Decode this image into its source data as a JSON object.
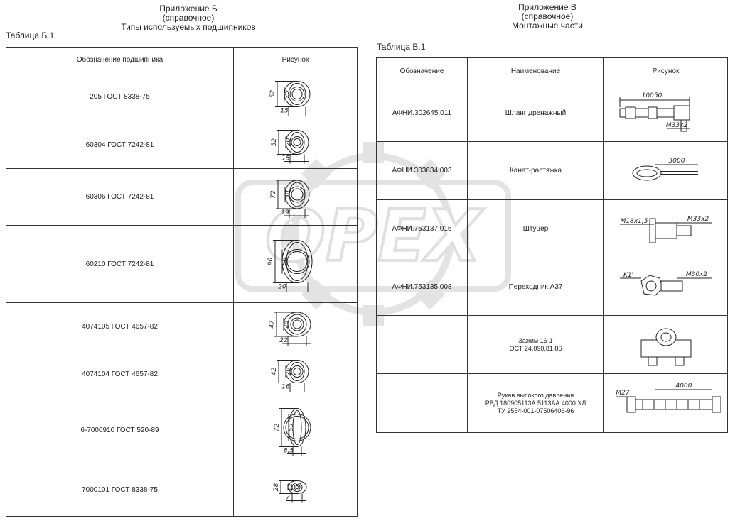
{
  "appendix_b": {
    "title": "Приложение Б",
    "subtitle": "(справочное)",
    "heading": "Типы используемых подшипников",
    "table_caption": "Таблица Б.1",
    "columns": [
      "Обозначение подшипника",
      "Рисунок"
    ],
    "rows": [
      {
        "designation": "205 ГОСТ 8338-75",
        "dims": [
          "52",
          "25",
          "15"
        ]
      },
      {
        "designation": "60304 ГОСТ 7242-81",
        "dims": [
          "52",
          "20",
          "15"
        ]
      },
      {
        "designation": "60306 ГОСТ 7242-81",
        "dims": [
          "72",
          "30",
          "19"
        ]
      },
      {
        "designation": "60210 ГОСТ 7242-81",
        "dims": [
          "90",
          "50",
          "20"
        ]
      },
      {
        "designation": "4074105 ГОСТ 4657-82",
        "dims": [
          "47",
          "25",
          "22"
        ]
      },
      {
        "designation": "4074104 ГОСТ 4657-82",
        "dims": [
          "42",
          "20",
          "16"
        ]
      },
      {
        "designation": "6-7000910 ГОСТ 520-89",
        "dims": [
          "72",
          "50",
          "8,5"
        ]
      },
      {
        "designation": "7000101 ГОСТ 8338-75",
        "dims": [
          "28",
          "12",
          "7"
        ]
      }
    ]
  },
  "appendix_v": {
    "title": "Приложение В",
    "subtitle": "(справочное)",
    "heading": "Монтажные части",
    "table_caption": "Таблица В.1",
    "columns": [
      "Обозначение",
      "Наименование",
      "Рисунок"
    ],
    "rows": [
      {
        "designation": "АФНИ.302645.011",
        "name": "Шланг дренажный",
        "dims": [
          "10050",
          "M33x2"
        ]
      },
      {
        "designation": "АФНИ.303634.003",
        "name": "Канат-растяжка",
        "dims": [
          "3000"
        ]
      },
      {
        "designation": "АФНИ.753137.016",
        "name": "Штуцер",
        "dims": [
          "M18x1,5",
          "M33x2"
        ]
      },
      {
        "designation": "АФНИ.753135.008",
        "name": "Переходник А37",
        "dims": [
          "K1'",
          "M30x2"
        ]
      },
      {
        "designation": "",
        "name_lines": [
          "Зажим 16-1",
          "ОСТ 24.090.81.86"
        ]
      },
      {
        "designation": "",
        "name_lines": [
          "Рукав высокого давления",
          "РВД 180905113А 5113АА 4000 ХЛ",
          "ТУ 2554-001-07506406-96"
        ],
        "dims": [
          "M27",
          "4000"
        ]
      }
    ]
  },
  "watermark": {
    "text": "OPEX"
  }
}
